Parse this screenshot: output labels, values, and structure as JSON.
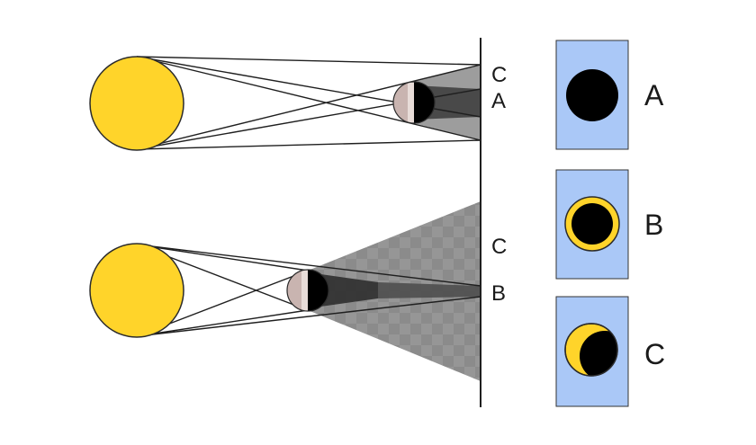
{
  "colors": {
    "sun_fill": "#ffd42a",
    "sun_stroke": "#2b2b2b",
    "moon_light": "#c9b4b0",
    "moon_dark": "#000000",
    "panel_fill": "#aac8f7",
    "line": "#1f1f1f"
  },
  "upper": {
    "label_top": "C",
    "label_mid": "A"
  },
  "lower": {
    "label_top": "C",
    "label_mid": "B"
  },
  "panels": [
    {
      "label": "A",
      "icon": "total-eclipse"
    },
    {
      "label": "B",
      "icon": "annular-eclipse"
    },
    {
      "label": "C",
      "icon": "partial-eclipse"
    }
  ]
}
